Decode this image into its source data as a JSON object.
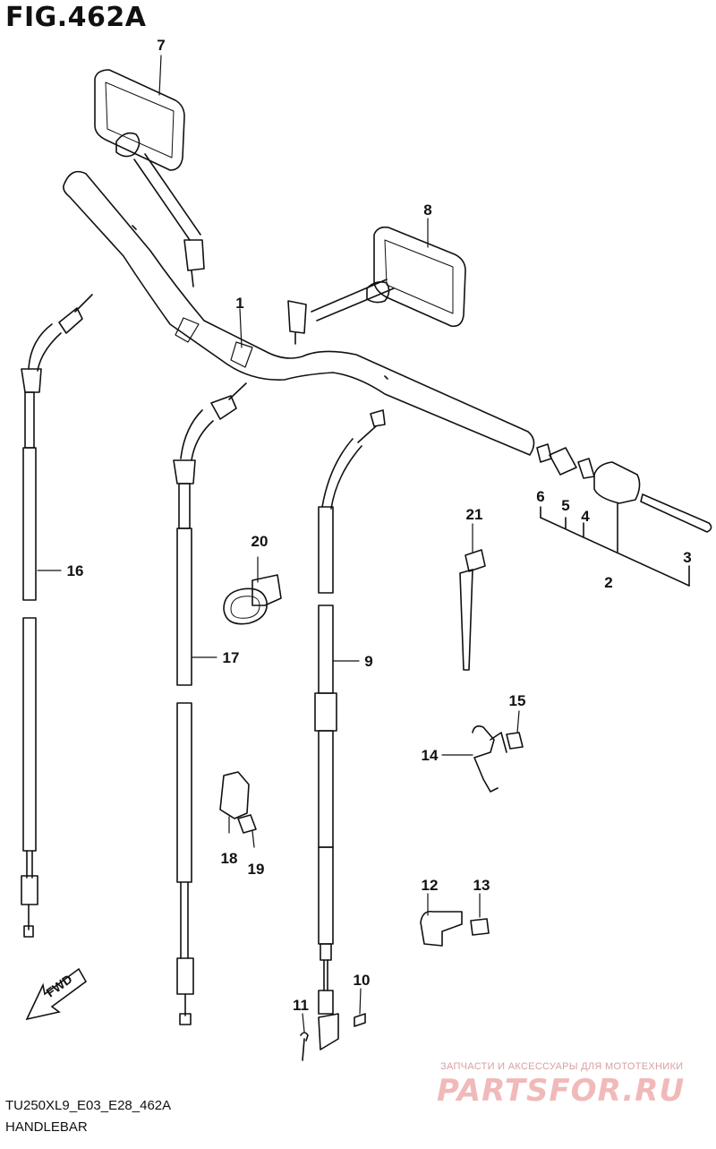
{
  "figure": {
    "title": "FIG.462A",
    "model_code": "TU250XL9_E03_E28_462A",
    "subtitle": "HANDLEBAR"
  },
  "direction_marker": {
    "label": "FWD",
    "icon": "fwd-arrow-icon"
  },
  "watermark": {
    "caption": "ЗАПЧАСТИ И АКСЕССУАРЫ ДЛЯ МОТОТЕХНИКИ",
    "brand": "PARTSFOR.RU"
  },
  "callouts": [
    "1",
    "2",
    "3",
    "4",
    "5",
    "6",
    "7",
    "8",
    "9",
    "10",
    "11",
    "12",
    "13",
    "14",
    "15",
    "16",
    "17",
    "18",
    "19",
    "20",
    "21"
  ],
  "colors": {
    "line": "#111111",
    "watermark": "#f1b9b9"
  }
}
